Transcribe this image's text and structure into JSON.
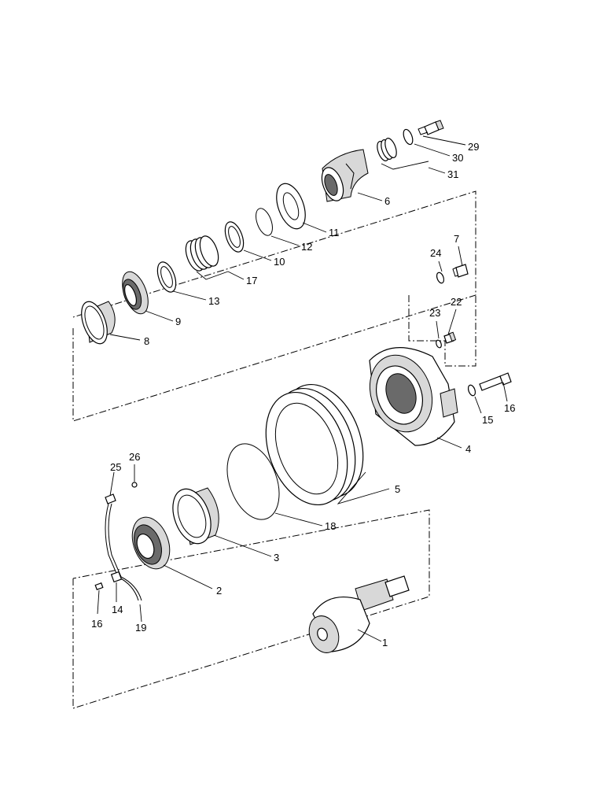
{
  "labels": [
    {
      "id": "l1",
      "text": "1"
    },
    {
      "id": "l2",
      "text": "2"
    },
    {
      "id": "l3",
      "text": "3"
    },
    {
      "id": "l4",
      "text": "4"
    },
    {
      "id": "l5",
      "text": "5"
    },
    {
      "id": "l6",
      "text": "6"
    },
    {
      "id": "l7",
      "text": "7"
    },
    {
      "id": "l8",
      "text": "8"
    },
    {
      "id": "l9",
      "text": "9"
    },
    {
      "id": "l10",
      "text": "10"
    },
    {
      "id": "l11",
      "text": "11"
    },
    {
      "id": "l12",
      "text": "12"
    },
    {
      "id": "l13",
      "text": "13"
    },
    {
      "id": "l14",
      "text": "14"
    },
    {
      "id": "l15",
      "text": "15"
    },
    {
      "id": "l16a",
      "text": "16"
    },
    {
      "id": "l16b",
      "text": "16"
    },
    {
      "id": "l17",
      "text": "17"
    },
    {
      "id": "l18",
      "text": "18"
    },
    {
      "id": "l19",
      "text": "19"
    },
    {
      "id": "l22",
      "text": "22"
    },
    {
      "id": "l23",
      "text": "23"
    },
    {
      "id": "l24",
      "text": "24"
    },
    {
      "id": "l25",
      "text": "25"
    },
    {
      "id": "l26",
      "text": "26"
    },
    {
      "id": "l29",
      "text": "29"
    },
    {
      "id": "l30",
      "text": "30"
    },
    {
      "id": "l31",
      "text": "31"
    }
  ]
}
